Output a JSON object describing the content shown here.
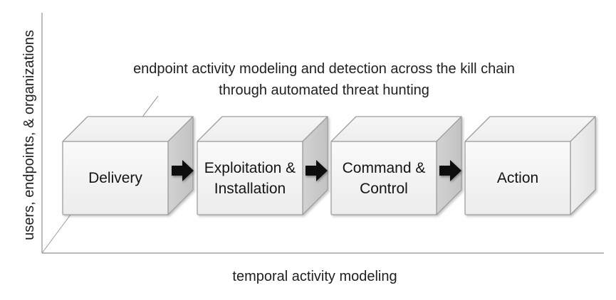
{
  "caption": {
    "line1": "endpoint activity modeling and detection across the kill chain",
    "line2": "through automated threat hunting"
  },
  "axes": {
    "y_label": "users, endpoints, & organizations",
    "x_label": "temporal activity modeling"
  },
  "boxes": [
    {
      "label": "Delivery"
    },
    {
      "label": "Exploitation & Installation"
    },
    {
      "label": "Command & Control"
    },
    {
      "label": "Action"
    }
  ],
  "icons": {
    "flow_arrow": "right-block-arrow"
  },
  "colors": {
    "box_front": "#f6f6f6",
    "box_top": "#f2f2f2",
    "box_side_dark": "#c8c8c8",
    "box_side_light": "#e8e8e8",
    "box_edge": "#9e9e9e",
    "axis_line": "#8f8f8f",
    "arrow": "#0d0d0d",
    "text": "#1f1f1f"
  }
}
